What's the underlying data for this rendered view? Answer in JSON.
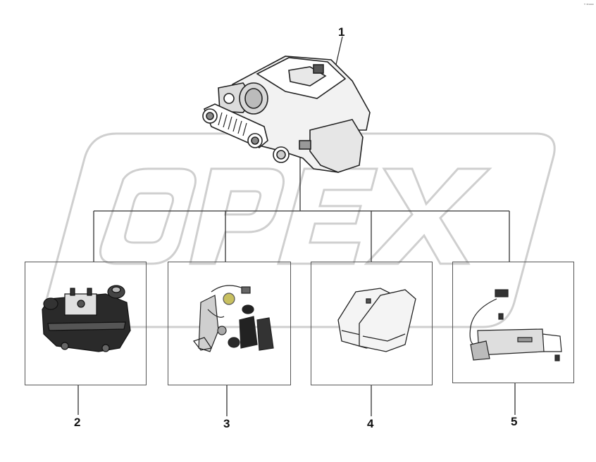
{
  "diagram": {
    "watermark": "OPEX",
    "corner_mark": "·-–",
    "main_assembly": {
      "label": "1",
      "part": "brake-caliper-assembly"
    },
    "sub_parts": [
      {
        "label": "2",
        "part": "caliper-carrier-housing"
      },
      {
        "label": "3",
        "part": "guide-pin-and-seal-kit"
      },
      {
        "label": "4",
        "part": "brake-pad-set"
      },
      {
        "label": "5",
        "part": "pad-wear-sensor-kit"
      }
    ],
    "colors": {
      "line": "#333333",
      "box": "#555555",
      "watermark": "#d4d4d4",
      "part_dark": "#2a2a2a",
      "part_mid": "#8a8a8a",
      "part_light": "#e6e6e6"
    }
  }
}
